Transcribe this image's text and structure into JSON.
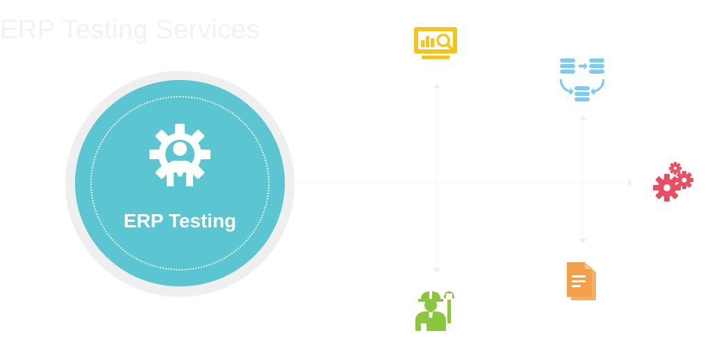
{
  "page": {
    "title": "ERP Testing Services"
  },
  "hub": {
    "label": "ERP Testing",
    "icon": "gear-person-icon",
    "colors": {
      "fill": "#5bc5d1",
      "ring": "#efeff0",
      "text": "#ffffff"
    }
  },
  "nodes": [
    {
      "id": "monitor",
      "icon": "monitor-analytics-icon",
      "color": "#f6c21c"
    },
    {
      "id": "database",
      "icon": "database-sync-icon",
      "color": "#7fcaf0"
    },
    {
      "id": "gears",
      "icon": "gears-icon",
      "color": "#ec4e61"
    },
    {
      "id": "document",
      "icon": "document-icon",
      "color": "#f4a04a"
    },
    {
      "id": "engineer",
      "icon": "engineer-wrench-icon",
      "color": "#8cc63f"
    }
  ],
  "branch_labels": [
    "",
    "",
    "",
    "",
    ""
  ]
}
